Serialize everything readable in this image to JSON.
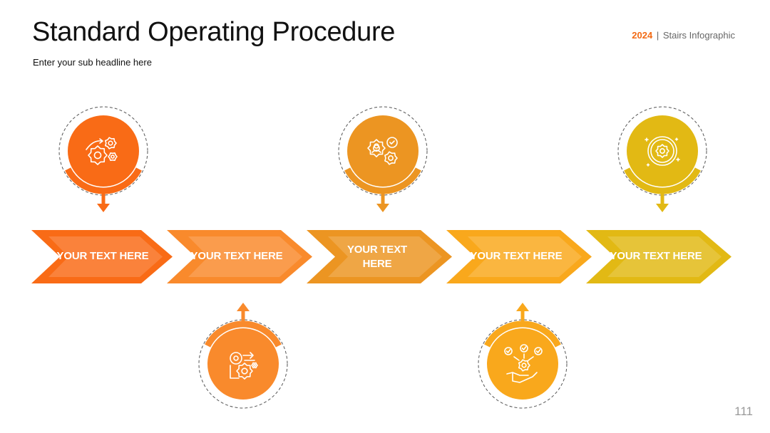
{
  "header": {
    "title": "Standard Operating Procedure",
    "subtitle": "Enter your sub headline here",
    "tag_year": "2024",
    "tag_separator": "|",
    "tag_text": "Stairs Infographic"
  },
  "page_number": "111",
  "steps": [
    {
      "label": "YOUR TEXT HERE",
      "color": "#f96b16",
      "icon": "gears-arrows-icon",
      "callout": "top"
    },
    {
      "label": "YOUR TEXT HERE",
      "color": "#f98a2c",
      "icon": "gear-process-icon",
      "callout": "bottom"
    },
    {
      "label": "YOUR TEXT HERE",
      "color": "#ec9522",
      "icon": "gears-check-icon",
      "callout": "top"
    },
    {
      "label": "YOUR TEXT HERE",
      "color": "#f9a81c",
      "icon": "hand-gear-icon",
      "callout": "bottom"
    },
    {
      "label": "YOUR TEXT HERE",
      "color": "#e2b914",
      "icon": "target-gear-icon",
      "callout": "top"
    }
  ]
}
